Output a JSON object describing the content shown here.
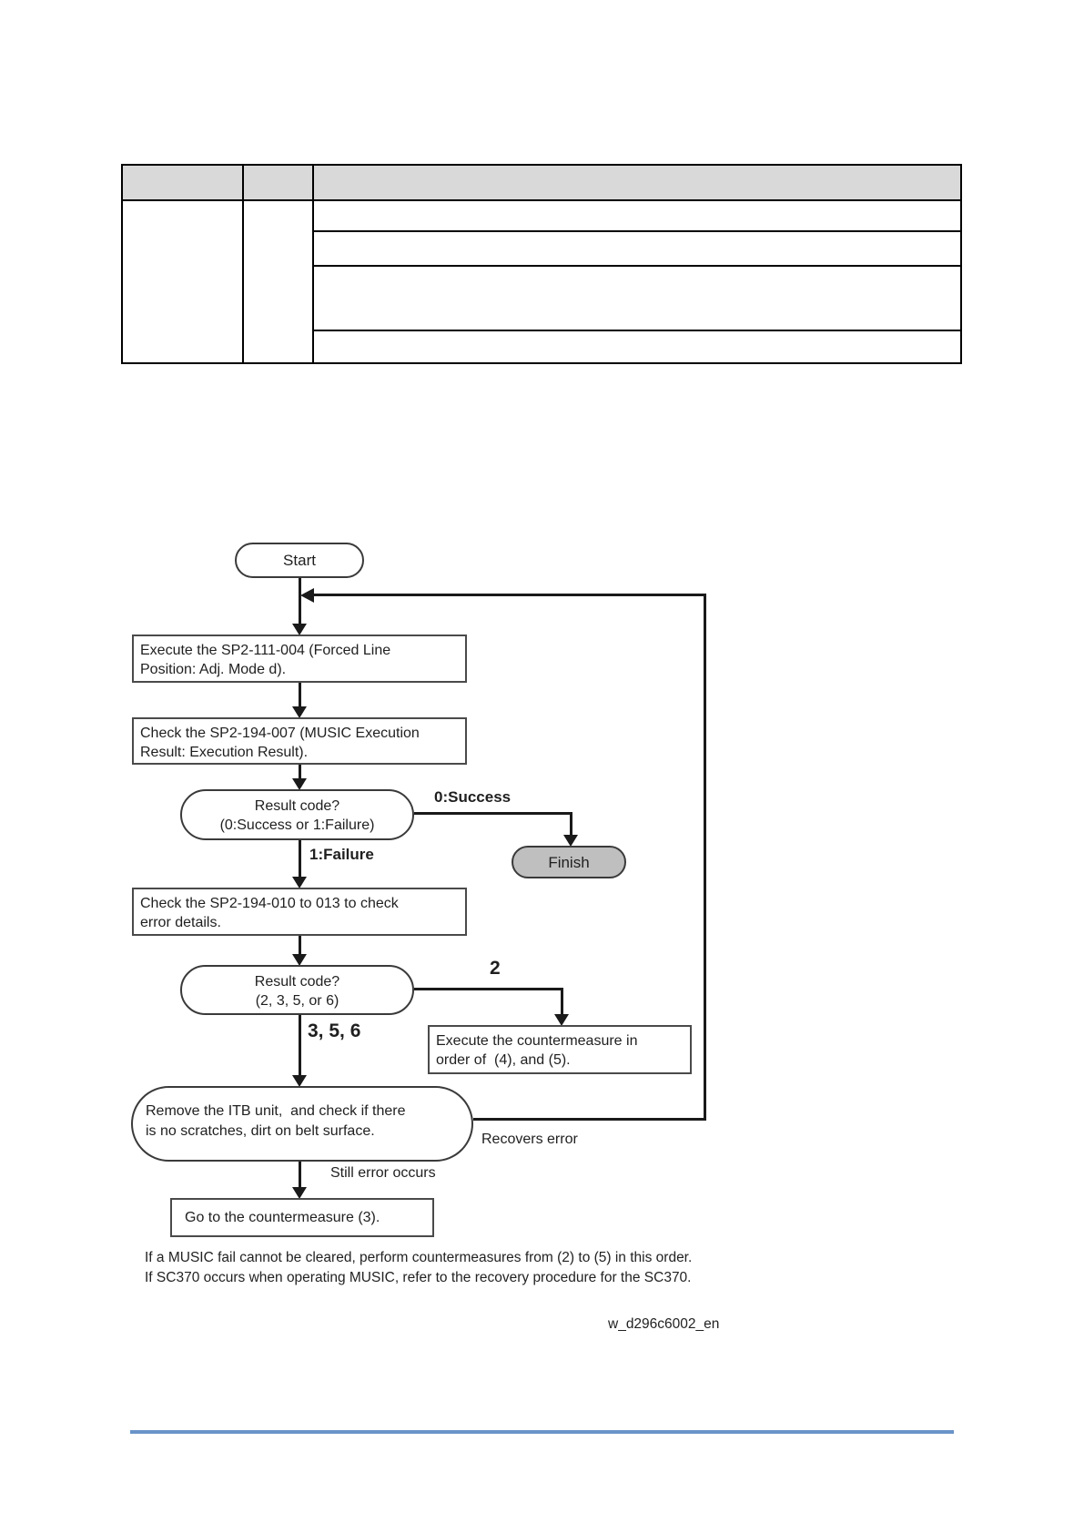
{
  "table": {
    "header_bg": "#d9d9d9",
    "border_color": "#000000",
    "column_count": 3,
    "detail_row_count": 4
  },
  "flowchart": {
    "line_color": "#1a1a1a",
    "finish_fill": "#bfbfbf",
    "nodes": {
      "start": "Start",
      "execute_sp2_111_004": "Execute the SP2-111-004 (Forced Line\nPosition: Adj. Mode d).",
      "check_sp2_194_007": "Check the SP2-194-007 (MUSIC Execution\nResult: Execution Result).",
      "result_code_1": "Result code?\n(0:Success or 1:Failure)",
      "finish": "Finish",
      "check_sp2_194_010": "Check the SP2-194-010 to 013 to check\nerror details.",
      "result_code_2": "Result code?\n(2, 3, 5, or 6)",
      "execute_countermeasure": "Execute the countermeasure in\norder of  (4), and (5).",
      "remove_itb": "Remove the ITB unit,  and check if there\nis no scratches, dirt on belt surface.",
      "goto_countermeasure": "Go to the countermeasure (3)."
    },
    "edge_labels": {
      "success": "0:Success",
      "failure": "1:Failure",
      "code_2": "2",
      "code_3_5_6": "3, 5, 6",
      "recovers_error": "Recovers error",
      "still_error_occurs": "Still error occurs"
    }
  },
  "notes": {
    "line1": "If a MUSIC fail cannot be cleared, perform countermeasures from (2) to (5) in this order.",
    "line2": "If SC370 occurs when operating MUSIC, refer to the recovery procedure for the SC370.",
    "figure_id": "w_d296c6002_en"
  },
  "footer": {
    "rule_color": "#6a94c8"
  }
}
